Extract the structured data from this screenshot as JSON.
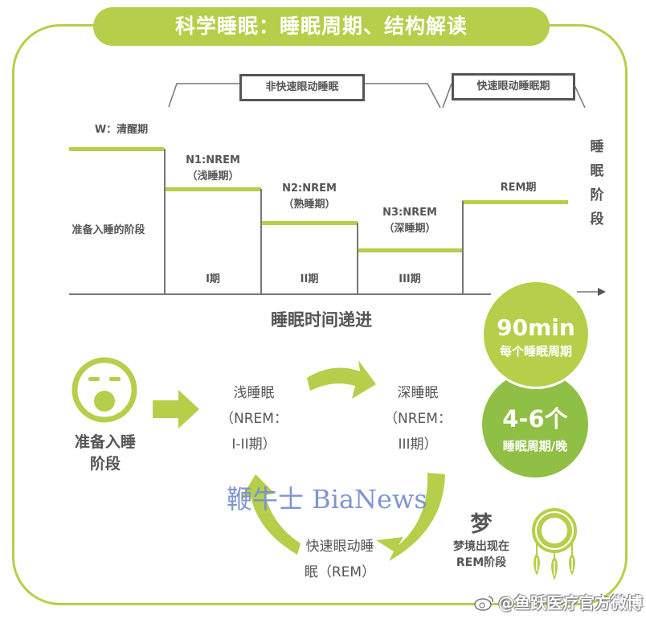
{
  "title": "科学睡眠：睡眠周期、结构解读",
  "colors": {
    "accent": "#b5cf4a",
    "accent_dark": "#8fbf45",
    "text": "#555555",
    "line": "#777777",
    "watermark": "#7890cf"
  },
  "staircase": {
    "nrem_group_label": "非快速眼动睡眠",
    "rem_group_label": "快速眼动睡眠期",
    "stages": [
      {
        "name": "W：清醒期",
        "sub": "",
        "period": ""
      },
      {
        "name": "N1:NREM",
        "sub": "（浅睡期）",
        "period": "I期"
      },
      {
        "name": "N2:NREM",
        "sub": "（熟睡期）",
        "period": "II期"
      },
      {
        "name": "N3:NREM",
        "sub": "（深睡期）",
        "period": "III期"
      },
      {
        "name": "REM期",
        "sub": "",
        "period": ""
      }
    ],
    "prep_label": "准备入睡的阶段",
    "y_axis_label": [
      "睡",
      "眠",
      "阶",
      "段"
    ],
    "x_axis_label": "睡眠时间递进"
  },
  "cycle": {
    "prep_label_line1": "准备入睡",
    "prep_label_line2": "阶段",
    "light_sleep": [
      "浅睡眠",
      "（NREM：",
      "I-II期）"
    ],
    "deep_sleep": [
      "深睡眠",
      "（NREM：",
      "III期）"
    ],
    "rem_sleep": [
      "快速眼动睡",
      "眠（REM）"
    ]
  },
  "stats": {
    "cycle_length_value": "90min",
    "cycle_length_label": "每个睡眠周期",
    "cycles_per_night_value": "4-6个",
    "cycles_per_night_label": "睡眠周期/晚"
  },
  "dream": {
    "title": "梦",
    "line1": "梦境出现在",
    "line2": "REM阶段"
  },
  "watermark": "鞭牛士 BiaNews",
  "weibo_credit": "@鱼跃医疗官方微博"
}
